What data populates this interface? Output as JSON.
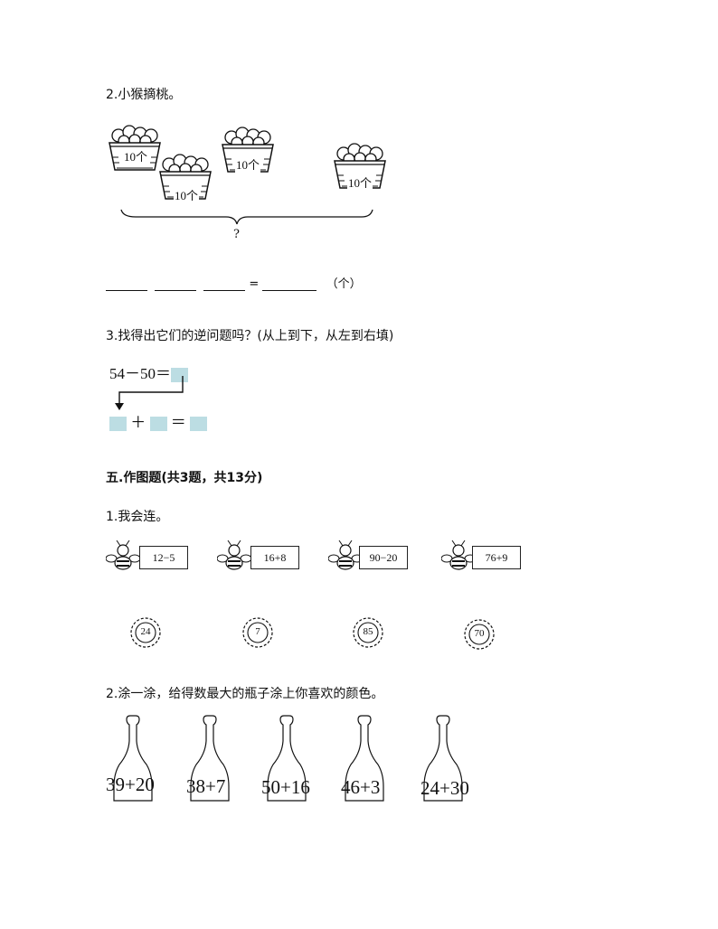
{
  "q2": {
    "title": "2.小猴摘桃。",
    "basket_label": "10个",
    "brace_mark": "?",
    "equals": "=",
    "unit": "（个）"
  },
  "q3": {
    "title": "3.找得出它们的逆问题吗？(从上到下，从左到右填)",
    "top_expr": "54－50＝",
    "plus": "＋",
    "equals": "＝"
  },
  "section5": {
    "title": "五.作图题(共3题，共13分)"
  },
  "s5q1": {
    "title": "1.我会连。",
    "cards": [
      "12−5",
      "16+8",
      "90−20",
      "76+9"
    ],
    "flowers": [
      "24",
      "7",
      "85",
      "70"
    ]
  },
  "s5q2": {
    "title": "2.涂一涂，给得数最大的瓶子涂上你喜欢的颜色。",
    "bottles": [
      "39+20",
      "38+7",
      "50+16",
      "46+3",
      "24+30"
    ]
  },
  "colors": {
    "fill_box": "#bcdde3",
    "ink": "#111111"
  }
}
